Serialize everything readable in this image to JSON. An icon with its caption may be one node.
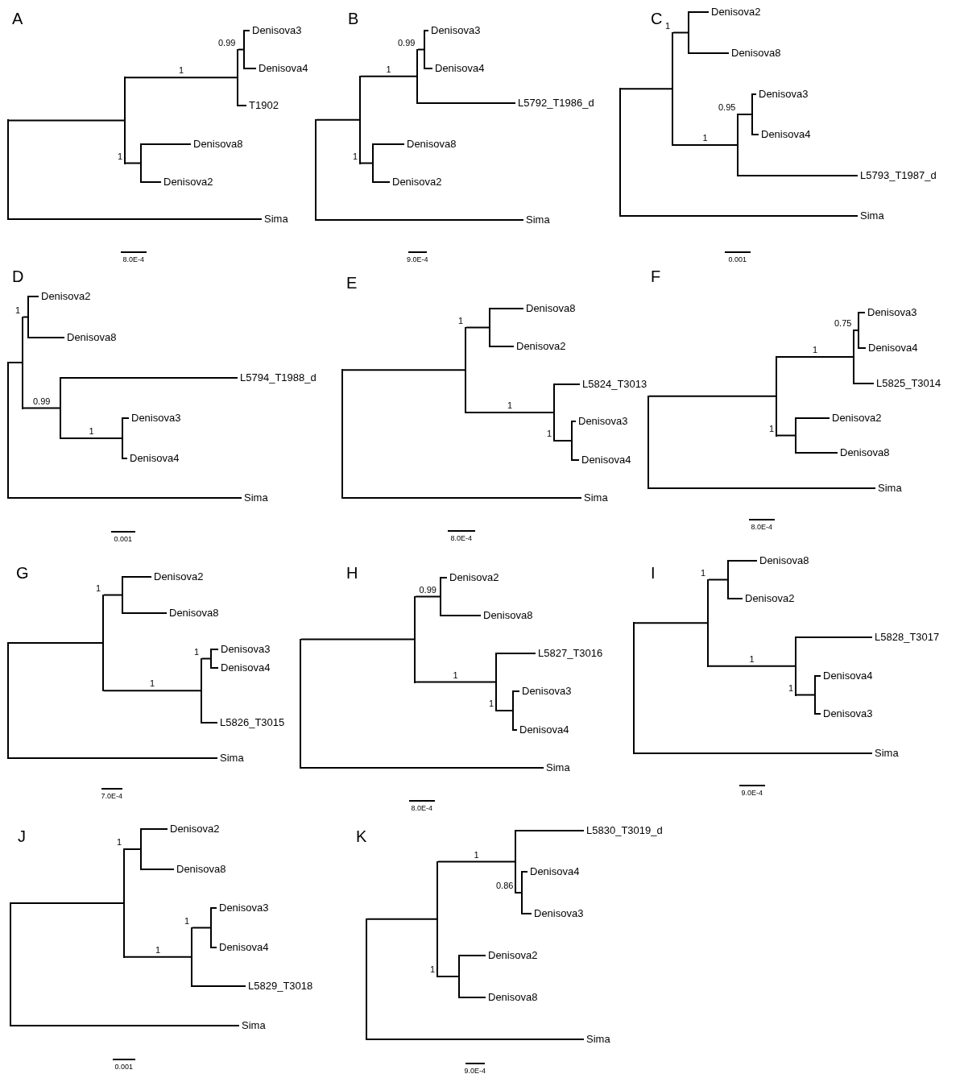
{
  "diagram": {
    "nodes": [
      {
        "text": [],
        "shape": "bar"
      },
      {
        "text": [],
        "shape": "bar"
      },
      {
        "text": [],
        "shape": "bar"
      },
      {
        "text": [],
        "shape": "bar"
      },
      {
        "text": [
          "Denisova3"
        ]
      },
      {
        "text": [
          "Denisova4"
        ]
      },
      {
        "text": [
          "T1902"
        ]
      },
      {
        "text": [],
        "shape": "bar"
      },
      {
        "text": [
          "Denisova8"
        ]
      },
      {
        "text": [
          "Denisova2"
        ]
      },
      {
        "text": [
          "Sima"
        ]
      },
      {
        "text": [],
        "shape": "bar"
      },
      {
        "text": [],
        "shape": "bar"
      },
      {
        "text": [],
        "shape": "bar"
      },
      {
        "text": [],
        "shape": "bar"
      },
      {
        "text": [
          "Denisova3"
        ]
      },
      {
        "text": [
          "Denisova4"
        ]
      },
      {
        "text": [
          "L5792_T1986_d"
        ]
      },
      {
        "text": [],
        "shape": "bar"
      },
      {
        "text": [
          "Denisova8"
        ]
      },
      {
        "text": [
          "Denisova2"
        ]
      },
      {
        "text": [
          "Sima"
        ]
      },
      {
        "text": [],
        "shape": "bar"
      },
      {
        "text": [],
        "shape": "bar"
      },
      {
        "text": [],
        "shape": "bar"
      },
      {
        "text": [
          "Denisova2"
        ]
      },
      {
        "text": [
          "Denisova8"
        ]
      },
      {
        "text": [],
        "shape": "bar"
      },
      {
        "text": [],
        "shape": "bar"
      },
      {
        "text": [
          "Denisova3"
        ]
      },
      {
        "text": [
          "Denisova4"
        ]
      },
      {
        "text": [
          "L5793_T1987_d"
        ]
      },
      {
        "text": [
          "Sima"
        ]
      },
      {
        "text": [],
        "shape": "bar"
      },
      {
        "text": [],
        "shape": "bar"
      },
      {
        "text": [],
        "shape": "bar"
      },
      {
        "text": [
          "Denisova2"
        ]
      },
      {
        "text": [
          "Denisova8"
        ]
      },
      {
        "text": [],
        "shape": "bar"
      },
      {
        "text": [
          "L5794_T1988_d"
        ]
      },
      {
        "text": [],
        "shape": "bar"
      },
      {
        "text": [
          "Denisova3"
        ]
      },
      {
        "text": [
          "Denisova4"
        ]
      },
      {
        "text": [
          "Sima"
        ]
      },
      {
        "text": [],
        "shape": "bar"
      },
      {
        "text": [],
        "shape": "bar"
      },
      {
        "text": [],
        "shape": "bar"
      },
      {
        "text": [
          "Denisova8"
        ]
      },
      {
        "text": [
          "Denisova2"
        ]
      },
      {
        "text": [],
        "shape": "bar"
      },
      {
        "text": [
          "L5824_T3013"
        ]
      },
      {
        "text": [],
        "shape": "bar"
      },
      {
        "text": [
          "Denisova3"
        ]
      },
      {
        "text": [
          "Denisova4"
        ]
      },
      {
        "text": [
          "Sima"
        ]
      },
      {
        "text": [],
        "shape": "bar"
      },
      {
        "text": [],
        "shape": "bar"
      },
      {
        "text": [],
        "shape": "bar"
      },
      {
        "text": [],
        "shape": "bar"
      },
      {
        "text": [
          "Denisova3"
        ]
      },
      {
        "text": [
          "Denisova4"
        ]
      },
      {
        "text": [
          "L5825_T3014"
        ]
      },
      {
        "text": [],
        "shape": "bar"
      },
      {
        "text": [
          "Denisova2"
        ]
      },
      {
        "text": [
          "Denisova8"
        ]
      },
      {
        "text": [
          "Sima"
        ]
      },
      {
        "text": [],
        "shape": "bar"
      },
      {
        "text": [],
        "shape": "bar"
      },
      {
        "text": [],
        "shape": "bar"
      },
      {
        "text": [
          "Denisova2"
        ]
      },
      {
        "text": [
          "Denisova8"
        ]
      },
      {
        "text": [],
        "shape": "bar"
      },
      {
        "text": [],
        "shape": "bar"
      },
      {
        "text": [
          "Denisova3"
        ]
      },
      {
        "text": [
          "Denisova4"
        ]
      },
      {
        "text": [
          "L5826_T3015"
        ]
      },
      {
        "text": [
          "Sima"
        ]
      },
      {
        "text": [],
        "shape": "bar"
      },
      {
        "text": [],
        "shape": "bar"
      },
      {
        "text": [],
        "shape": "bar"
      },
      {
        "text": [
          "Denisova2"
        ]
      },
      {
        "text": [
          "Denisova8"
        ]
      },
      {
        "text": [],
        "shape": "bar"
      },
      {
        "text": [
          "L5827_T3016"
        ]
      },
      {
        "text": [],
        "shape": "bar"
      },
      {
        "text": [
          "Denisova3"
        ]
      },
      {
        "text": [
          "Denisova4"
        ]
      },
      {
        "text": [
          "Sima"
        ]
      },
      {
        "text": [],
        "shape": "bar"
      },
      {
        "text": [],
        "shape": "bar"
      },
      {
        "text": [],
        "shape": "bar"
      },
      {
        "text": [
          "Denisova8"
        ]
      },
      {
        "text": [
          "Denisova2"
        ]
      },
      {
        "text": [],
        "shape": "bar"
      },
      {
        "text": [
          "L5828_T3017"
        ]
      },
      {
        "text": [],
        "shape": "bar"
      },
      {
        "text": [
          "Denisova4"
        ]
      },
      {
        "text": [
          "Denisova3"
        ]
      },
      {
        "text": [
          "Sima"
        ]
      },
      {
        "text": [],
        "shape": "bar"
      },
      {
        "text": [],
        "shape": "bar"
      },
      {
        "text": [],
        "shape": "bar"
      },
      {
        "text": [
          "Denisova2"
        ]
      },
      {
        "text": [
          "Denisova8"
        ]
      },
      {
        "text": [],
        "shape": "bar"
      },
      {
        "text": [],
        "shape": "bar"
      },
      {
        "text": [
          "Denisova3"
        ]
      },
      {
        "text": [
          "Denisova4"
        ]
      },
      {
        "text": [
          "L5829_T3018"
        ]
      },
      {
        "text": [
          "Sima"
        ]
      },
      {
        "text": [],
        "shape": "bar"
      },
      {
        "text": [],
        "shape": "bar"
      },
      {
        "text": [],
        "shape": "bar"
      },
      {
        "text": [
          "L5830_T3019_d"
        ]
      },
      {
        "text": [],
        "shape": "bar"
      },
      {
        "text": [
          "Denisova4"
        ]
      },
      {
        "text": [
          "Denisova3"
        ]
      },
      {
        "text": [],
        "shape": "bar"
      },
      {
        "text": [
          "Denisova2"
        ]
      },
      {
        "text": [
          "Denisova8"
        ]
      },
      {
        "text": [
          "Sima"
        ]
      }
    ],
    "edges": [
      {
        "from": 0,
        "to": 1,
        "arrow": "none"
      },
      {
        "from": 1,
        "to": 2,
        "arrow": "none",
        "label": "1"
      },
      {
        "from": 2,
        "to": 3,
        "arrow": "none",
        "label": "0.99"
      },
      {
        "from": 3,
        "to": 4,
        "arrow": "none"
      },
      {
        "from": 3,
        "to": 5,
        "arrow": "none"
      },
      {
        "from": 2,
        "to": 6,
        "arrow": "none"
      },
      {
        "from": 1,
        "to": 7,
        "arrow": "none",
        "label": "1"
      },
      {
        "from": 7,
        "to": 8,
        "arrow": "none"
      },
      {
        "from": 7,
        "to": 9,
        "arrow": "none"
      },
      {
        "from": 0,
        "to": 10,
        "arrow": "none"
      },
      {
        "from": 11,
        "to": 12,
        "arrow": "none"
      },
      {
        "from": 12,
        "to": 13,
        "arrow": "none",
        "label": "1"
      },
      {
        "from": 13,
        "to": 14,
        "arrow": "none",
        "label": "0.99"
      },
      {
        "from": 14,
        "to": 15,
        "arrow": "none"
      },
      {
        "from": 14,
        "to": 16,
        "arrow": "none"
      },
      {
        "from": 13,
        "to": 17,
        "arrow": "none"
      },
      {
        "from": 12,
        "to": 18,
        "arrow": "none",
        "label": "1"
      },
      {
        "from": 18,
        "to": 19,
        "arrow": "none"
      },
      {
        "from": 18,
        "to": 20,
        "arrow": "none"
      },
      {
        "from": 11,
        "to": 21,
        "arrow": "none"
      },
      {
        "from": 22,
        "to": 23,
        "arrow": "none"
      },
      {
        "from": 23,
        "to": 24,
        "arrow": "none",
        "label": "1"
      },
      {
        "from": 24,
        "to": 25,
        "arrow": "none"
      },
      {
        "from": 24,
        "to": 26,
        "arrow": "none"
      },
      {
        "from": 23,
        "to": 27,
        "arrow": "none",
        "label": "1"
      },
      {
        "from": 27,
        "to": 28,
        "arrow": "none",
        "label": "0.95"
      },
      {
        "from": 28,
        "to": 29,
        "arrow": "none"
      },
      {
        "from": 28,
        "to": 30,
        "arrow": "none"
      },
      {
        "from": 27,
        "to": 31,
        "arrow": "none"
      },
      {
        "from": 22,
        "to": 32,
        "arrow": "none"
      },
      {
        "from": 33,
        "to": 34,
        "arrow": "none"
      },
      {
        "from": 34,
        "to": 35,
        "arrow": "none",
        "label": "1"
      },
      {
        "from": 35,
        "to": 36,
        "arrow": "none"
      },
      {
        "from": 35,
        "to": 37,
        "arrow": "none"
      },
      {
        "from": 34,
        "to": 38,
        "arrow": "none",
        "label": "0.99"
      },
      {
        "from": 38,
        "to": 39,
        "arrow": "none"
      },
      {
        "from": 38,
        "to": 40,
        "arrow": "none",
        "label": "1"
      },
      {
        "from": 40,
        "to": 41,
        "arrow": "none"
      },
      {
        "from": 40,
        "to": 42,
        "arrow": "none"
      },
      {
        "from": 33,
        "to": 43,
        "arrow": "none"
      },
      {
        "from": 44,
        "to": 45,
        "arrow": "none"
      },
      {
        "from": 45,
        "to": 46,
        "arrow": "none",
        "label": "1"
      },
      {
        "from": 46,
        "to": 47,
        "arrow": "none"
      },
      {
        "from": 46,
        "to": 48,
        "arrow": "none"
      },
      {
        "from": 45,
        "to": 49,
        "arrow": "none",
        "label": "1"
      },
      {
        "from": 49,
        "to": 50,
        "arrow": "none"
      },
      {
        "from": 49,
        "to": 51,
        "arrow": "none",
        "label": "1"
      },
      {
        "from": 51,
        "to": 52,
        "arrow": "none"
      },
      {
        "from": 51,
        "to": 53,
        "arrow": "none"
      },
      {
        "from": 44,
        "to": 54,
        "arrow": "none"
      },
      {
        "from": 55,
        "to": 56,
        "arrow": "none"
      },
      {
        "from": 56,
        "to": 57,
        "arrow": "none",
        "label": "1"
      },
      {
        "from": 57,
        "to": 58,
        "arrow": "none",
        "label": "0.75"
      },
      {
        "from": 58,
        "to": 59,
        "arrow": "none"
      },
      {
        "from": 58,
        "to": 60,
        "arrow": "none"
      },
      {
        "from": 57,
        "to": 61,
        "arrow": "none"
      },
      {
        "from": 56,
        "to": 62,
        "arrow": "none",
        "label": "1"
      },
      {
        "from": 62,
        "to": 63,
        "arrow": "none"
      },
      {
        "from": 62,
        "to": 64,
        "arrow": "none"
      },
      {
        "from": 55,
        "to": 65,
        "arrow": "none"
      },
      {
        "from": 66,
        "to": 67,
        "arrow": "none"
      },
      {
        "from": 67,
        "to": 68,
        "arrow": "none",
        "label": "1"
      },
      {
        "from": 68,
        "to": 69,
        "arrow": "none"
      },
      {
        "from": 68,
        "to": 70,
        "arrow": "none"
      },
      {
        "from": 67,
        "to": 71,
        "arrow": "none",
        "label": "1"
      },
      {
        "from": 71,
        "to": 72,
        "arrow": "none",
        "label": "1"
      },
      {
        "from": 72,
        "to": 73,
        "arrow": "none"
      },
      {
        "from": 72,
        "to": 74,
        "arrow": "none"
      },
      {
        "from": 71,
        "to": 75,
        "arrow": "none"
      },
      {
        "from": 66,
        "to": 76,
        "arrow": "none"
      },
      {
        "from": 77,
        "to": 78,
        "arrow": "none"
      },
      {
        "from": 78,
        "to": 79,
        "arrow": "none",
        "label": "0.99"
      },
      {
        "from": 79,
        "to": 80,
        "arrow": "none"
      },
      {
        "from": 79,
        "to": 81,
        "arrow": "none"
      },
      {
        "from": 78,
        "to": 82,
        "arrow": "none",
        "label": "1"
      },
      {
        "from": 82,
        "to": 83,
        "arrow": "none"
      },
      {
        "from": 82,
        "to": 84,
        "arrow": "none",
        "label": "1"
      },
      {
        "from": 84,
        "to": 85,
        "arrow": "none"
      },
      {
        "from": 84,
        "to": 86,
        "arrow": "none"
      },
      {
        "from": 77,
        "to": 87,
        "arrow": "none"
      },
      {
        "from": 88,
        "to": 89,
        "arrow": "none"
      },
      {
        "from": 89,
        "to": 90,
        "arrow": "none",
        "label": "1"
      },
      {
        "from": 90,
        "to": 91,
        "arrow": "none"
      },
      {
        "from": 90,
        "to": 92,
        "arrow": "none"
      },
      {
        "from": 89,
        "to": 93,
        "arrow": "none",
        "label": "1"
      },
      {
        "from": 93,
        "to": 94,
        "arrow": "none"
      },
      {
        "from": 93,
        "to": 95,
        "arrow": "none",
        "label": "1"
      },
      {
        "from": 95,
        "to": 96,
        "arrow": "none"
      },
      {
        "from": 95,
        "to": 97,
        "arrow": "none"
      },
      {
        "from": 88,
        "to": 98,
        "arrow": "none"
      },
      {
        "from": 99,
        "to": 100,
        "arrow": "none"
      },
      {
        "from": 100,
        "to": 101,
        "arrow": "none",
        "label": "1"
      },
      {
        "from": 101,
        "to": 102,
        "arrow": "none"
      },
      {
        "from": 101,
        "to": 103,
        "arrow": "none"
      },
      {
        "from": 100,
        "to": 104,
        "arrow": "none",
        "label": "1"
      },
      {
        "from": 104,
        "to": 105,
        "arrow": "none",
        "label": "1"
      },
      {
        "from": 105,
        "to": 106,
        "arrow": "none"
      },
      {
        "from": 105,
        "to": 107,
        "arrow": "none"
      },
      {
        "from": 104,
        "to": 108,
        "arrow": "none"
      },
      {
        "from": 99,
        "to": 109,
        "arrow": "none"
      },
      {
        "from": 110,
        "to": 111,
        "arrow": "none"
      },
      {
        "from": 111,
        "to": 112,
        "arrow": "none",
        "label": "1"
      },
      {
        "from": 112,
        "to": 113,
        "arrow": "none"
      },
      {
        "from": 112,
        "to": 114,
        "arrow": "none",
        "label": "0.86"
      },
      {
        "from": 114,
        "to": 115,
        "arrow": "none"
      },
      {
        "from": 114,
        "to": 116,
        "arrow": "none"
      },
      {
        "from": 111,
        "to": 117,
        "arrow": "none",
        "label": "1"
      },
      {
        "from": 117,
        "to": 118,
        "arrow": "none"
      },
      {
        "from": 117,
        "to": 119,
        "arrow": "none"
      },
      {
        "from": 110,
        "to": 120,
        "arrow": "none"
      }
    ],
    "labels": [
      "A",
      "B",
      "C",
      "8.0E-4",
      "9.0E-4",
      "0.001",
      "D",
      "E",
      "F",
      "0.001",
      "8.0E-4",
      "8.0E-4",
      "G",
      "H",
      "I",
      "7.0E-4",
      "8.0E-4",
      "9.0E-4",
      "J",
      "K",
      "0.001",
      "9.0E-4"
    ]
  }
}
